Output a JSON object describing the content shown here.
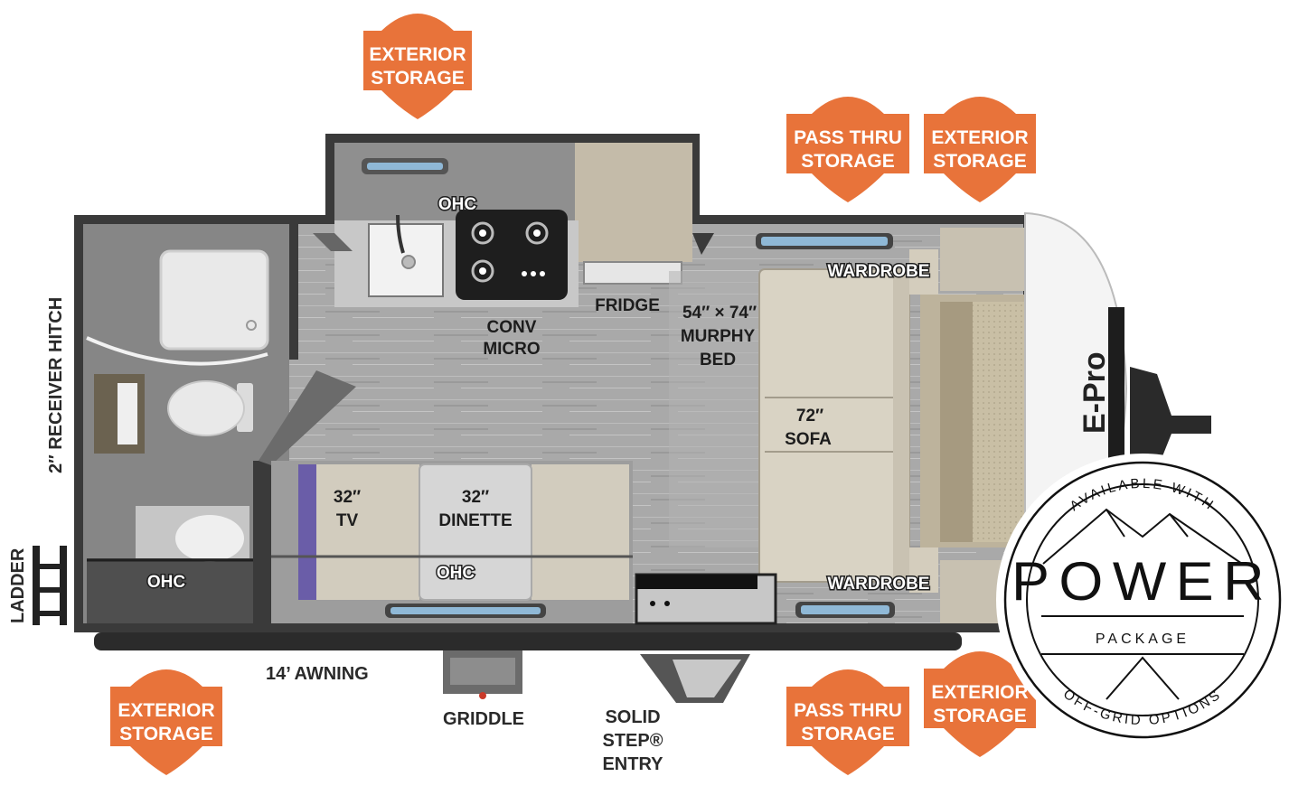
{
  "labels": {
    "ohc_top": "OHC",
    "fridge": "FRIDGE",
    "conv": "CONV",
    "micro": "MICRO",
    "murphy_1": "54″ × 74″",
    "murphy_2": "MURPHY",
    "murphy_3": "BED",
    "wardrobe_top": "WARDROBE",
    "wardrobe_bottom": "WARDROBE",
    "sofa_1": "72″",
    "sofa_2": "SOFA",
    "tv_1": "32″",
    "tv_2": "TV",
    "dinette_1": "32″",
    "dinette_2": "DINETTE",
    "ohc_bath": "OHC",
    "ohc_dinette": "OHC",
    "receiver_hitch": "2″ RECEIVER HITCH",
    "ladder": "LADDER",
    "awning": "14’ AWNING",
    "griddle": "GRIDDLE",
    "entry_1": "SOLID",
    "entry_2": "STEP®",
    "entry_3": "ENTRY"
  },
  "badges": [
    {
      "line1": "EXTERIOR",
      "line2": "STORAGE"
    },
    {
      "line1": "PASS THRU",
      "line2": "STORAGE"
    },
    {
      "line1": "EXTERIOR",
      "line2": "STORAGE"
    },
    {
      "line1": "EXTERIOR",
      "line2": "STORAGE"
    },
    {
      "line1": "PASS THRU",
      "line2": "STORAGE"
    },
    {
      "line1": "EXTERIOR",
      "line2": "STORAGE"
    }
  ],
  "badge_color": "#e8733a",
  "seal": {
    "top_text": "AVAILABLE WITH",
    "title": "POWER",
    "subtitle": "PACKAGE",
    "bottom_text": "OFF-GRID OPTIONS"
  },
  "brand_text": "E-Pro"
}
